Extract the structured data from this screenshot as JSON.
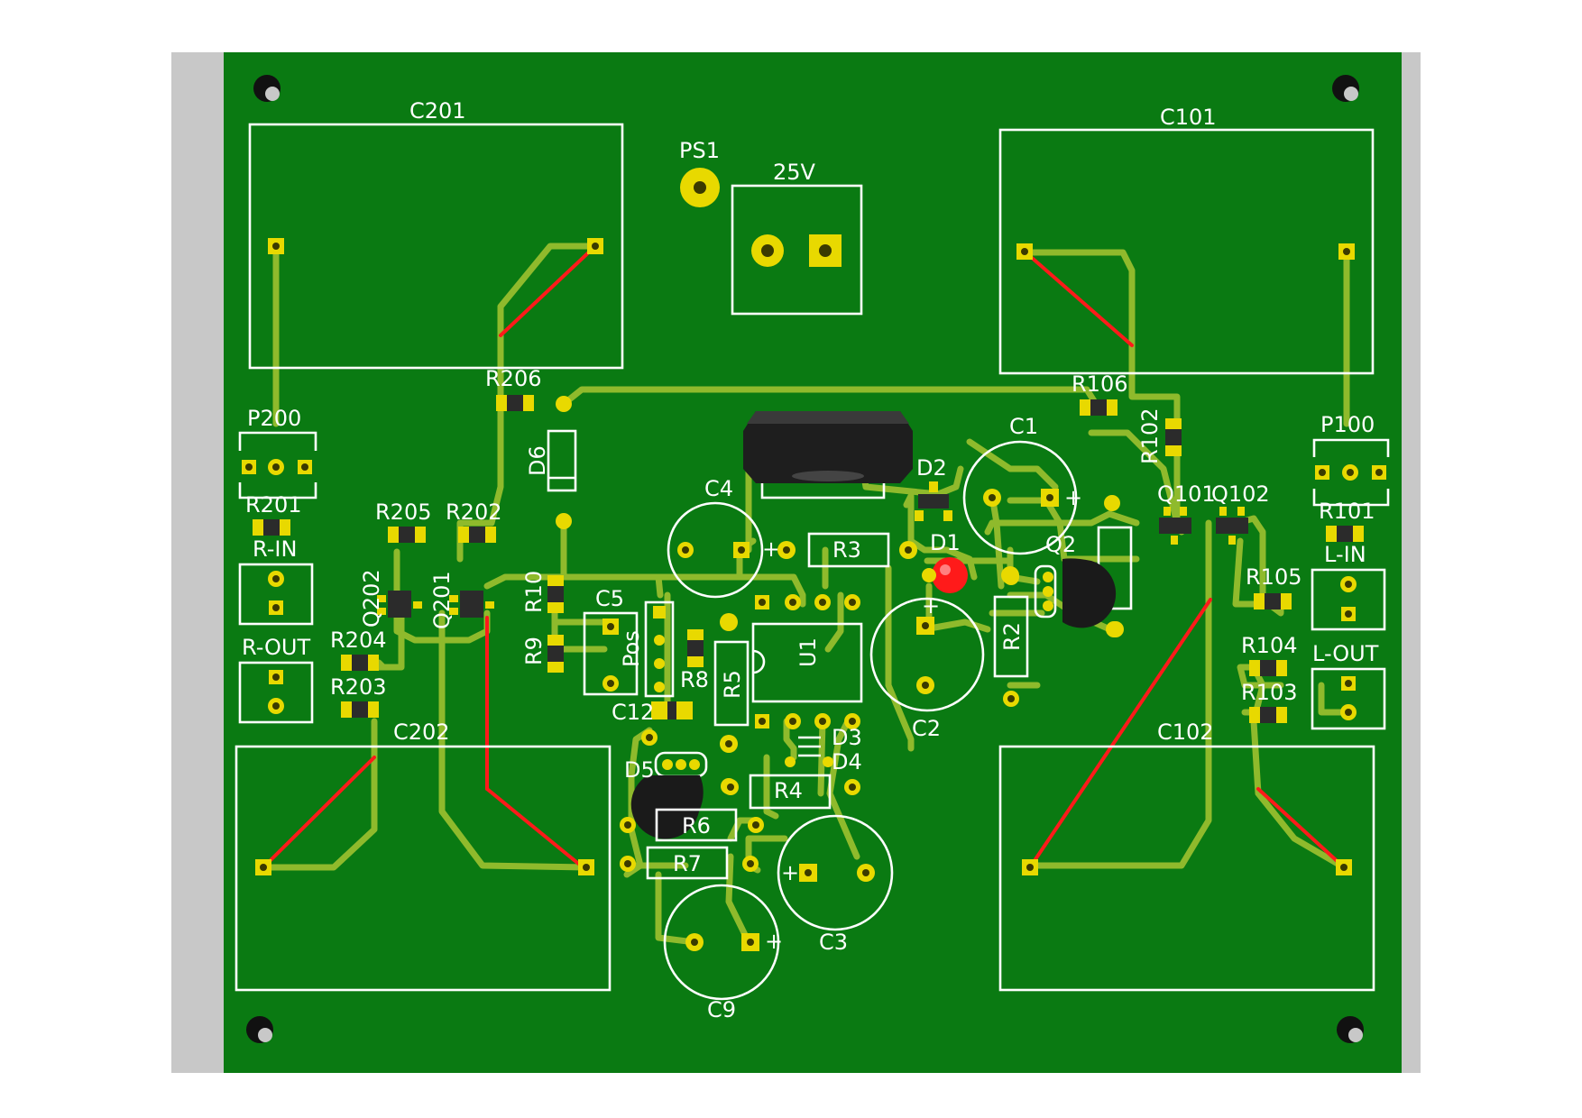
{
  "board": {
    "colors": {
      "substrate": "#0a7a12",
      "edge": "#c8c8c8",
      "trace": "#8fba2c",
      "pad": "#e8d900",
      "silkscreen": "#ffffff",
      "ratsnest": "#ff1a1a",
      "led": "#ff1a1a"
    }
  },
  "labels": {
    "c201": "C201",
    "c101": "C101",
    "c202": "C202",
    "c102": "C102",
    "ps1": "PS1",
    "v25": "25V",
    "r206": "R206",
    "r106": "R106",
    "r102": "R102",
    "p200": "P200",
    "p100": "P100",
    "d6": "D6",
    "c1": "C1",
    "d2": "D2",
    "c4": "C4",
    "r201": "R201",
    "r101": "R101",
    "rin": "R-IN",
    "lin": "L-IN",
    "r205": "R205",
    "r202": "R202",
    "q101": "Q101",
    "q102": "Q102",
    "r3": "R3",
    "d1": "D1",
    "q2": "Q2",
    "q202": "Q202",
    "q201": "Q201",
    "r10": "R10",
    "c5": "C5",
    "r9": "R9",
    "pos": "Pos",
    "r8": "R8",
    "r5": "R5",
    "u1": "U1",
    "r2": "R2",
    "r105": "R105",
    "rout": "R-OUT",
    "lout": "L-OUT",
    "r204": "R204",
    "r203": "R203",
    "r104": "R104",
    "r103": "R103",
    "c12": "C12",
    "c2": "C2",
    "d3": "D3",
    "d4": "D4",
    "d5": "D5",
    "r4": "R4",
    "r6": "R6",
    "r7": "R7",
    "c3": "C3",
    "c9": "C9"
  }
}
